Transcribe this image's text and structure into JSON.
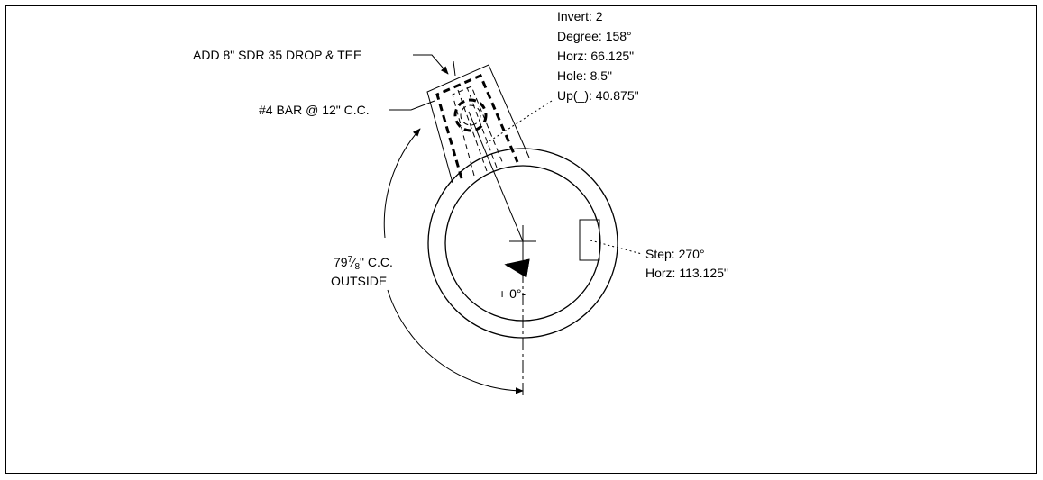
{
  "callout": {
    "line1": "Invert: 2",
    "line2": "Degree: 158°",
    "line3": "Horz: 66.125\"",
    "line4": "Hole: 8.5\"",
    "line5": "Up(_): 40.875\""
  },
  "labels": {
    "drop_tee": "ADD 8\" SDR 35 DROP & TEE",
    "rebar": "#4 BAR @ 12\" C.C.",
    "arc_dim_whole": "79",
    "arc_dim_num": "7",
    "arc_dim_den": "8",
    "arc_dim_suffix": "\" C.C.",
    "arc_dim_line2": "OUTSIDE",
    "zero_ref": "+ 0°-"
  },
  "step": {
    "line1": "Step: 270°",
    "line2": "Horz: 113.125\""
  }
}
